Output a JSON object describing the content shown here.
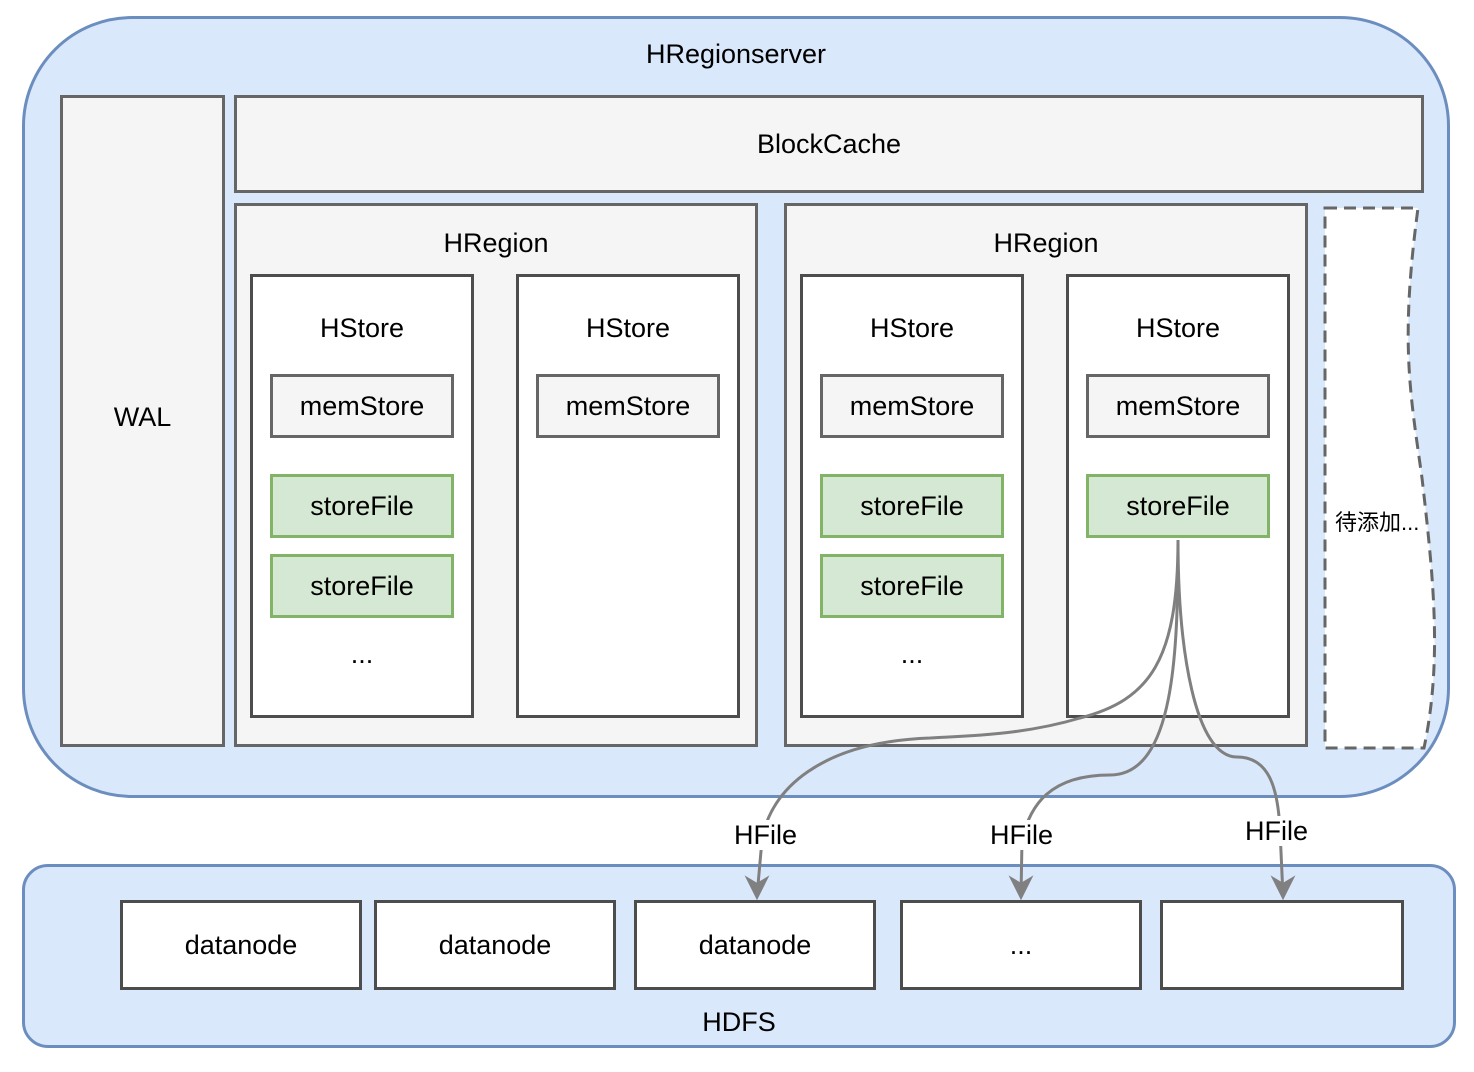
{
  "server": {
    "title": "HRegionserver",
    "wal": "WAL",
    "blockcache": "BlockCache",
    "placeholder": "待添加...",
    "regions": [
      {
        "title": "HRegion",
        "stores": [
          {
            "title": "HStore",
            "memstore": "memStore",
            "storefiles": [
              "storeFile",
              "storeFile"
            ],
            "more": "..."
          },
          {
            "title": "HStore",
            "memstore": "memStore",
            "storefiles": [],
            "more": ""
          }
        ]
      },
      {
        "title": "HRegion",
        "stores": [
          {
            "title": "HStore",
            "memstore": "memStore",
            "storefiles": [
              "storeFile",
              "storeFile"
            ],
            "more": "..."
          },
          {
            "title": "HStore",
            "memstore": "memStore",
            "storefiles": [
              "storeFile"
            ],
            "more": ""
          }
        ]
      }
    ]
  },
  "hdfs": {
    "title": "HDFS",
    "nodes": [
      "datanode",
      "datanode",
      "datanode",
      "...",
      ""
    ]
  },
  "edges": {
    "labels": [
      "HFile",
      "HFile",
      "HFile"
    ]
  },
  "colors": {
    "container_fill": "#dae8fc",
    "container_stroke": "#6c8ebf",
    "box_fill": "#f5f5f5",
    "box_stroke": "#666666",
    "storefile_fill": "#d5e8d4",
    "storefile_stroke": "#82b366",
    "arrow": "#808080"
  }
}
